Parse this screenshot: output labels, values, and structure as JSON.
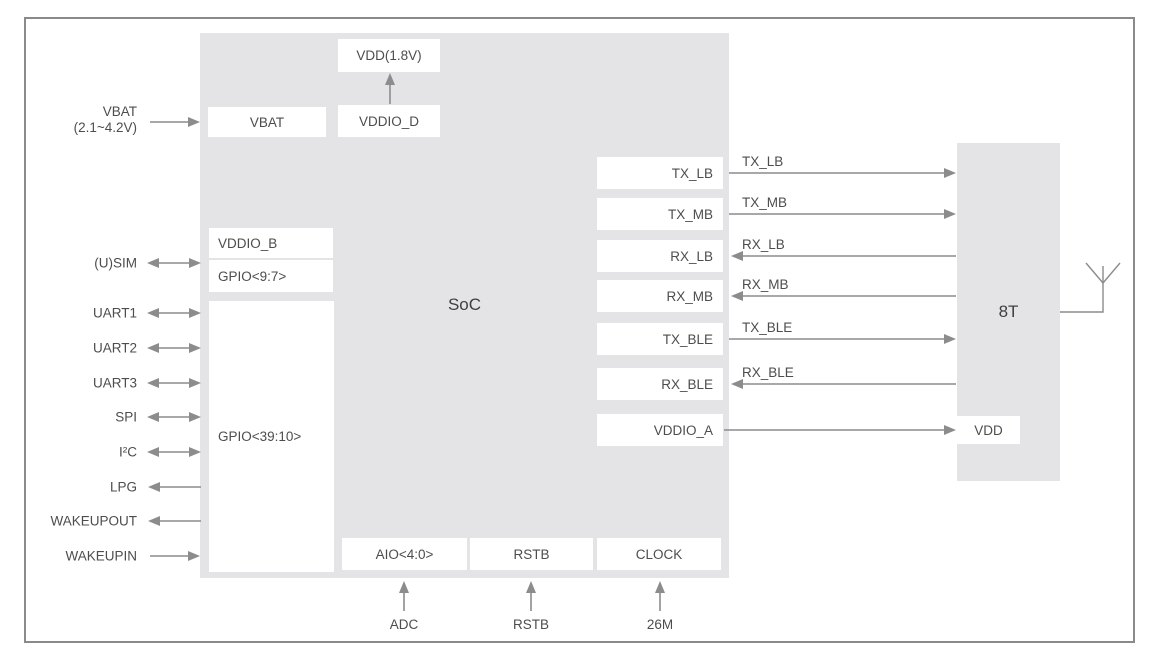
{
  "colors": {
    "block_fill": "#e4e4e6",
    "arrow": "#8c8c8c",
    "frame_border": "#8a8a8a",
    "text": "#4d4d4d"
  },
  "soc": {
    "label": "SoC"
  },
  "rf": {
    "label": "8T",
    "vdd_port_label": "VDD"
  },
  "power_top": {
    "input_label": "VBAT",
    "input_sublabel": "(2.1~4.2V)",
    "vbat_box": "VBAT",
    "vddio_d_box": "VDDIO_D",
    "vdd_out_box": "VDD(1.8V)"
  },
  "left_port_boxes": {
    "vddio_b": "VDDIO_B",
    "gpio_9_7": "GPIO<9:7>",
    "gpio_39_10": "GPIO<39:10>"
  },
  "left_signals": [
    {
      "label": "(U)SIM",
      "direction": "bidirectional"
    },
    {
      "label": "UART1",
      "direction": "bidirectional"
    },
    {
      "label": "UART2",
      "direction": "bidirectional"
    },
    {
      "label": "UART3",
      "direction": "bidirectional"
    },
    {
      "label": "SPI",
      "direction": "bidirectional"
    },
    {
      "label": "I²C",
      "direction": "bidirectional"
    },
    {
      "label": "LPG",
      "direction": "output"
    },
    {
      "label": "WAKEUPOUT",
      "direction": "output"
    },
    {
      "label": "WAKEUPIN",
      "direction": "input"
    }
  ],
  "rf_signals": [
    {
      "port": "TX_LB",
      "line_label": "TX_LB",
      "direction": "soc_to_rf"
    },
    {
      "port": "TX_MB",
      "line_label": "TX_MB",
      "direction": "soc_to_rf"
    },
    {
      "port": "RX_LB",
      "line_label": "RX_LB",
      "direction": "rf_to_soc"
    },
    {
      "port": "RX_MB",
      "line_label": "RX_MB",
      "direction": "rf_to_soc"
    },
    {
      "port": "TX_BLE",
      "line_label": "TX_BLE",
      "direction": "soc_to_rf"
    },
    {
      "port": "RX_BLE",
      "line_label": "RX_BLE",
      "direction": "rf_to_soc"
    }
  ],
  "vddio_a": {
    "port": "VDDIO_A",
    "direction": "soc_to_rf"
  },
  "bottom_ports": [
    {
      "box": "AIO<4:0>",
      "signal": "ADC"
    },
    {
      "box": "RSTB",
      "signal": "RSTB"
    },
    {
      "box": "CLOCK",
      "signal": "26M"
    }
  ]
}
